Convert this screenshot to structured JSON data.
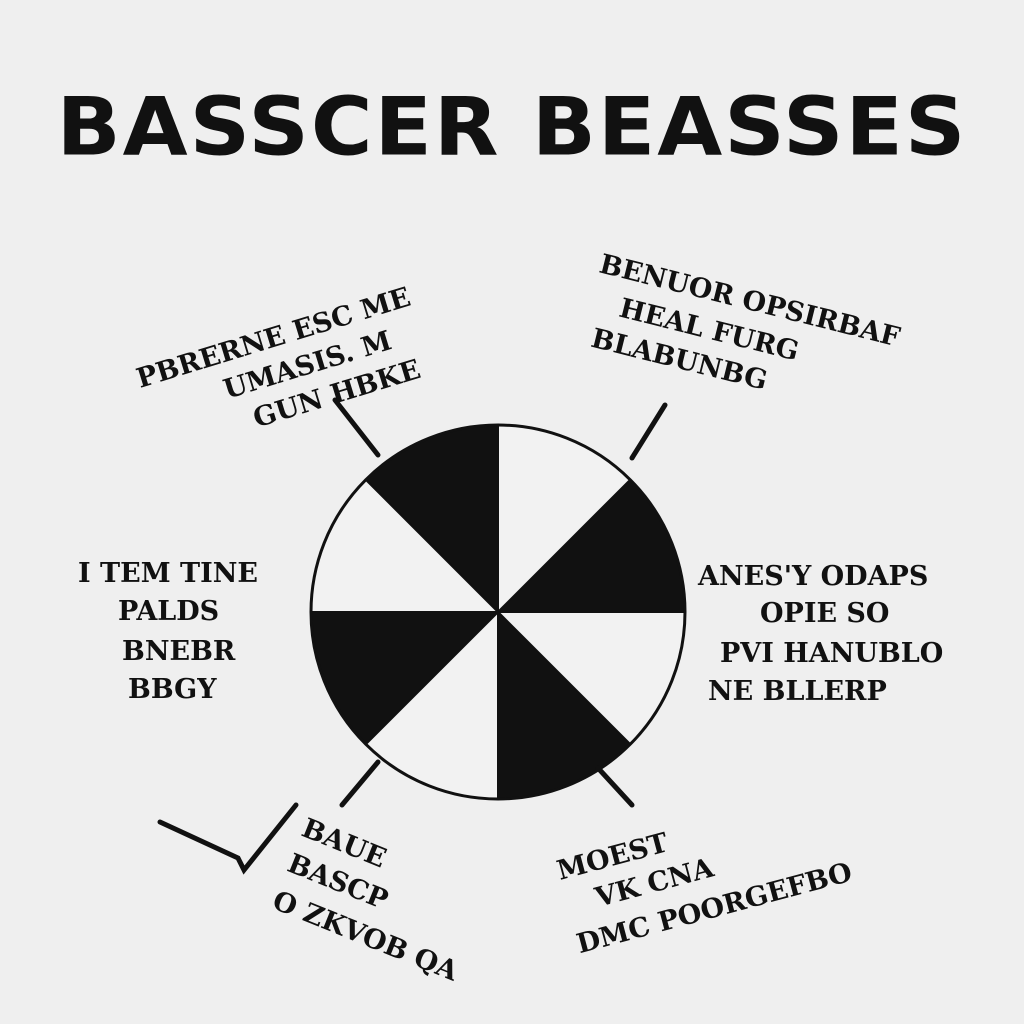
{
  "chart_data": {
    "type": "pie",
    "title": "BASSCER BEASSES",
    "slices": [
      {
        "label": "PBRERNE ESC ME / UMASIS. M / GUN HBKE",
        "value": 12.5,
        "color": "#111111"
      },
      {
        "label": "BENUOR OPSIRBAF / HEAL FURG / BLABUNBG",
        "value": 12.5,
        "color": "#f2f2f2"
      },
      {
        "label": "BENUOR OPSIRBAF / HEAL FURG / BLABUNBG",
        "value": 12.5,
        "color": "#111111"
      },
      {
        "label": "ANES'Y ODAPS / OPIE SO / PVI HANUBLO / NE BLLERP",
        "value": 12.5,
        "color": "#f2f2f2"
      },
      {
        "label": "MOEST / VK CNA / DMC POORGEFBO",
        "value": 12.5,
        "color": "#111111"
      },
      {
        "label": "BAUE / BASCP / O ZKVOB QA",
        "value": 12.5,
        "color": "#f2f2f2"
      },
      {
        "label": "I TEM TINE / PALDS / BNEBR / BBGY",
        "value": 12.5,
        "color": "#111111"
      },
      {
        "label": "I TEM TINE / PALDS / BNEBR / BBGY",
        "value": 12.5,
        "color": "#f2f2f2"
      }
    ],
    "labels": [
      {
        "lines": [
          "PBRERNE ESC ME",
          "UMASIS. M",
          "GUN HBKE"
        ]
      },
      {
        "lines": [
          "BENUOR OPSIRBAF",
          "HEAL FURG",
          "BLABUNBG"
        ]
      },
      {
        "lines": [
          "I TEM TINE",
          "PALDS",
          "BNEBR",
          "BBGY"
        ]
      },
      {
        "lines": [
          "ANES'Y ODAPS",
          "OPIE SO",
          "PVI HANUBLO",
          "NE BLLERP"
        ]
      },
      {
        "lines": [
          "BAUE",
          "BASCP",
          "O ZKVOB QA"
        ]
      },
      {
        "lines": [
          "MOEST",
          "VK CNA",
          "DMC POORGEFBO"
        ]
      }
    ],
    "legend": "none"
  }
}
